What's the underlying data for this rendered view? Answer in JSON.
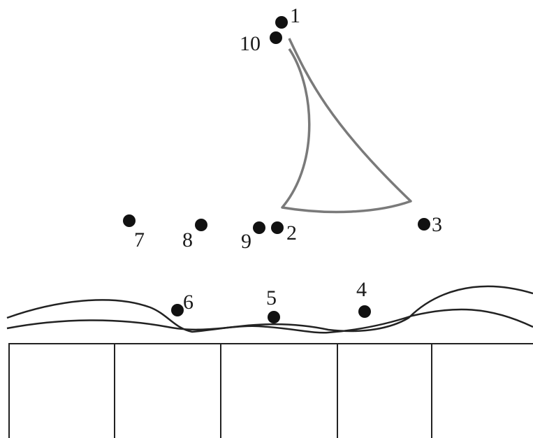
{
  "puzzle": {
    "dots": [
      {
        "label": "1"
      },
      {
        "label": "2"
      },
      {
        "label": "3"
      },
      {
        "label": "4"
      },
      {
        "label": "5"
      },
      {
        "label": "6"
      },
      {
        "label": "7"
      },
      {
        "label": "8"
      },
      {
        "label": "9"
      },
      {
        "label": "10"
      }
    ]
  },
  "colors": {
    "dot": "#111111",
    "sail_outline": "#7a7a7a",
    "lines": "#222222",
    "background": "#ffffff"
  }
}
